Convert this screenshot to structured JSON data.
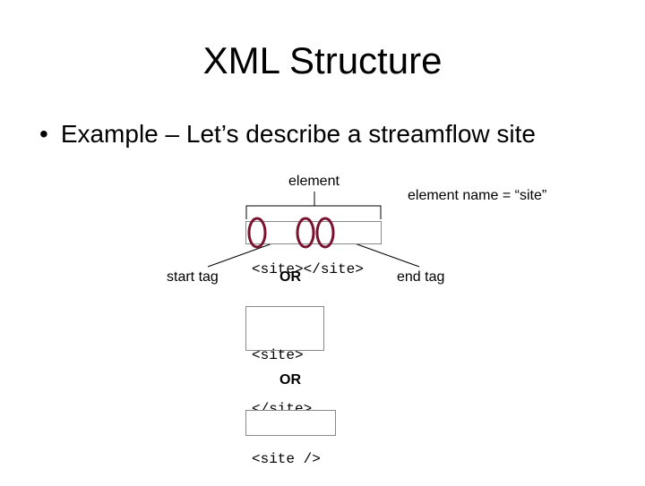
{
  "slide": {
    "title": "XML Structure",
    "bullet": "Example – Let’s describe a streamflow site"
  },
  "diagram": {
    "element_label": "element",
    "element_name_label": "element name = “site”",
    "example_inline": "<site></site>",
    "start_tag_label": "start tag",
    "end_tag_label": "end tag",
    "or_1": "OR",
    "example_multiline": [
      "<site>",
      "</site>"
    ],
    "or_2": "OR",
    "example_empty": "<site />",
    "circle_color": "#7b1230"
  }
}
